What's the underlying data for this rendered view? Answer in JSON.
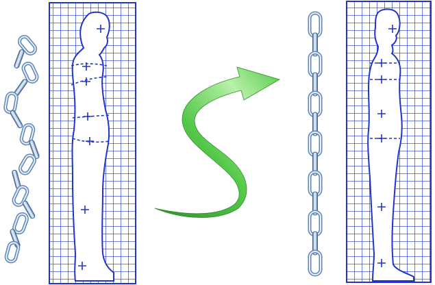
{
  "scene": {
    "before": {
      "chain_style": "twisted",
      "posture": "slouched"
    },
    "after": {
      "chain_style": "straight",
      "posture": "upright"
    },
    "transition_arrow": {
      "icon": "s-curve-arrow-icon",
      "color": "#55c94a",
      "highlight": "#b8f0a8",
      "shadow": "#2e8f2b"
    },
    "colors": {
      "grid": "#2133c9",
      "grid_bg": "#ffffff",
      "chain_fill": "#c9dcf2",
      "chain_stroke": "#5f86b8",
      "chain_dark": "#3f628f"
    }
  }
}
